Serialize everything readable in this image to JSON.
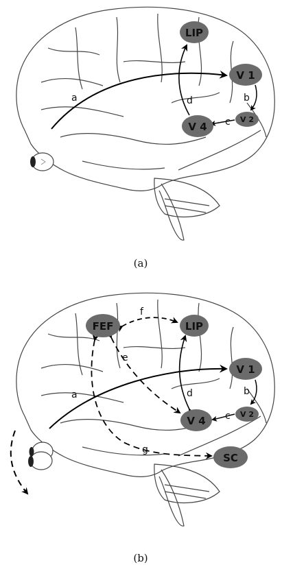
{
  "panels": [
    {
      "label": "(a)",
      "nodes": {
        "lip": "LIP",
        "v1": "V 1",
        "v2": "V 2",
        "v4": "V 4"
      },
      "arrows": {
        "a": "a",
        "b": "b",
        "c": "c",
        "d": "d"
      }
    },
    {
      "label": "(b)",
      "nodes": {
        "fef": "FEF",
        "lip": "LIP",
        "v1": "V 1",
        "v2": "V 2",
        "v4": "V 4",
        "sc": "SC"
      },
      "arrows": {
        "a": "a",
        "b": "b",
        "c": "c",
        "d": "d",
        "e": "e",
        "f": "f",
        "g": "g"
      }
    }
  ],
  "colors": {
    "node_fill": "#6b6b6b",
    "arrow": "#000000",
    "brain_line": "#444444"
  }
}
